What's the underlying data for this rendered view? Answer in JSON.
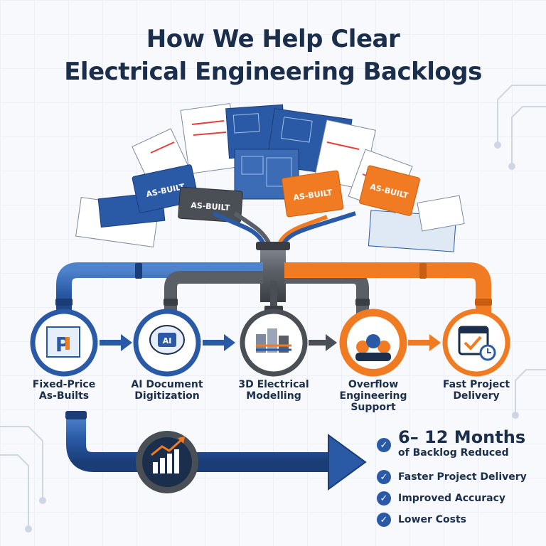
{
  "title": {
    "line1": "How We Help Clear",
    "line2": "Electrical Engineering Backlogs"
  },
  "folder_tags": [
    "AS-BUILT",
    "AS-BUILT",
    "AS-BUILT",
    "AS-BUILT"
  ],
  "steps": [
    {
      "line1": "Fixed-Price",
      "line2": "As-Builts",
      "icon": "blueprint-logo-icon",
      "color": "#2a5aa6"
    },
    {
      "line1": "AI Document",
      "line2": "Digitization",
      "icon": "ai-brain-icon",
      "color": "#2a5aa6"
    },
    {
      "line1": "3D Electrical",
      "line2": "Modelling",
      "icon": "3d-model-icon",
      "color": "#5a5f66"
    },
    {
      "line1": "Overflow",
      "line2": "Engineering",
      "line3": "Support",
      "icon": "engineer-team-icon",
      "color": "#f07b22"
    },
    {
      "line1": "Fast Project",
      "line2": "Delivery",
      "icon": "calendar-check-icon",
      "color": "#f07b22"
    }
  ],
  "outcomes": {
    "headline_main": "6– 12 Months",
    "headline_sub": "of Backlog Reduced",
    "items": [
      "Faster Project Delivery",
      "Improved Accuracy",
      "Lower Costs"
    ]
  },
  "colors": {
    "navy": "#1b2e4b",
    "blue": "#2a5aa6",
    "gray": "#5a5f66",
    "orange": "#f07b22"
  }
}
